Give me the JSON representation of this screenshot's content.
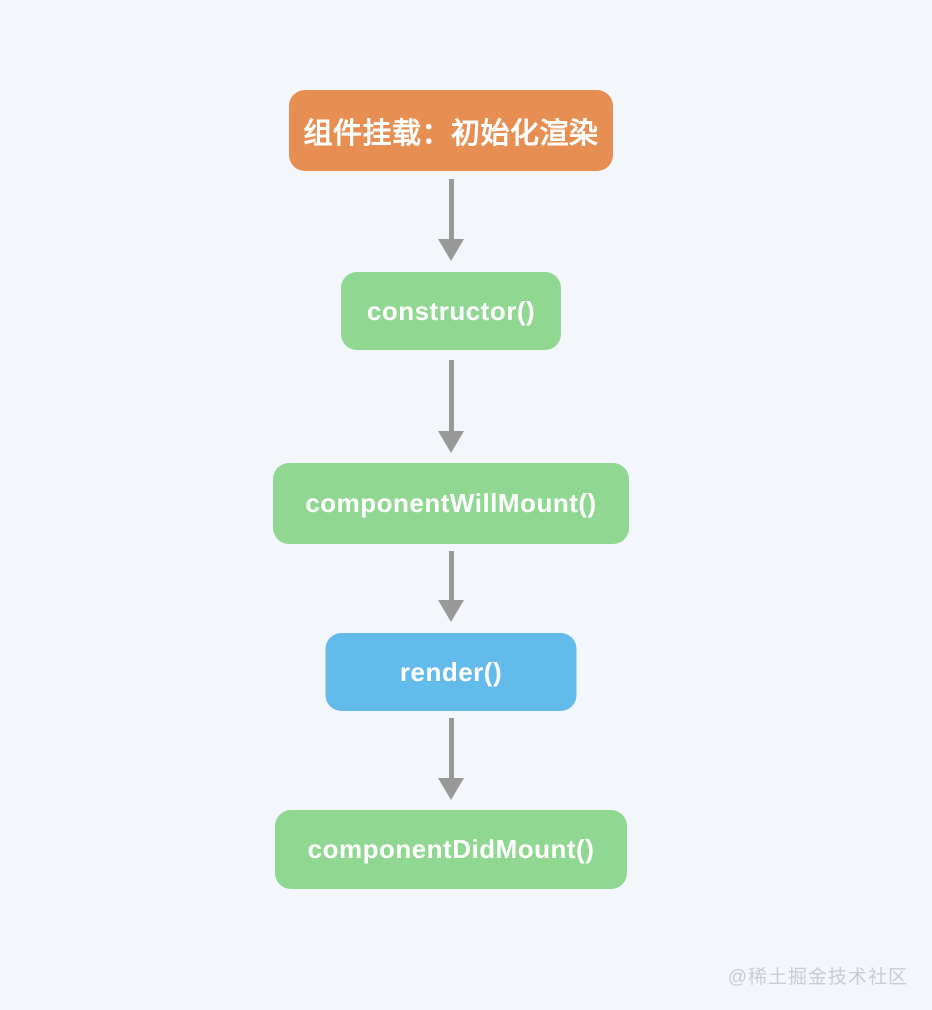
{
  "diagram": {
    "type": "flowchart",
    "direction": "top-down",
    "nodes": [
      {
        "label": "组件挂载：初始化渲染",
        "kind": "start"
      },
      {
        "label": "constructor()",
        "kind": "lifecycle"
      },
      {
        "label": "componentWillMount()",
        "kind": "lifecycle"
      },
      {
        "label": "render()",
        "kind": "render"
      },
      {
        "label": "componentDidMount()",
        "kind": "lifecycle"
      }
    ],
    "edges": [
      {
        "from": 0,
        "to": 1
      },
      {
        "from": 1,
        "to": 2
      },
      {
        "from": 2,
        "to": 3
      },
      {
        "from": 3,
        "to": 4
      }
    ],
    "colors": {
      "start": "#e78f53",
      "lifecycle": "#90d891",
      "render": "#63bbec",
      "arrow": "#999999",
      "node_text": "#ffffff",
      "background": "#f3f7fb",
      "watermark": "#c9cdd3"
    }
  },
  "watermark": {
    "label": "@稀土掘金技术社区"
  }
}
